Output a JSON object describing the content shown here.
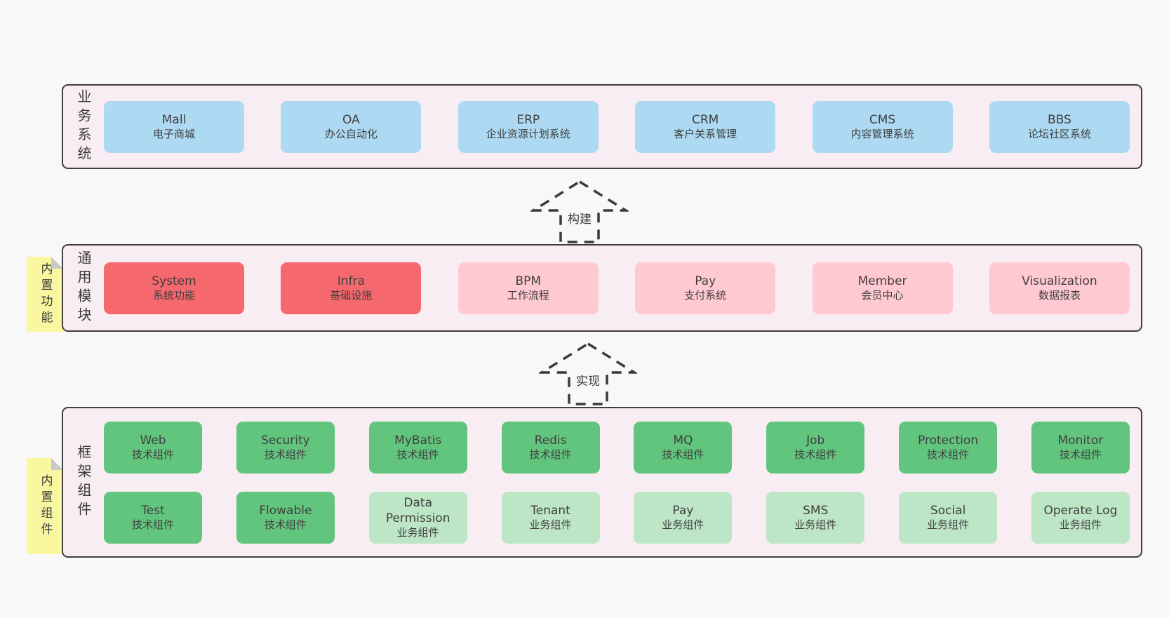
{
  "colors": {
    "page_bg": "#f8f8f8",
    "panel_bg": "#f8edf3",
    "panel_border": "#3e3e3e",
    "blue_box": "#addaf2",
    "red_box": "#f5686d",
    "pink_box": "#ffc9d2",
    "green_box": "#62c57e",
    "light_green_box": "#bde6c6",
    "sticky_yellow": "#faf7a1",
    "fold_gray": "#c9c9c9",
    "text": "#3f3f3f"
  },
  "panels": {
    "business": {
      "label": "业务系统",
      "boxes": [
        {
          "name": "Mall",
          "desc": "电子商城"
        },
        {
          "name": "OA",
          "desc": "办公自动化"
        },
        {
          "name": "ERP",
          "desc": "企业资源计划系统"
        },
        {
          "name": "CRM",
          "desc": "客户关系管理"
        },
        {
          "name": "CMS",
          "desc": "内容管理系统"
        },
        {
          "name": "BBS",
          "desc": "论坛社区系统"
        }
      ]
    },
    "modules": {
      "label": "通用模块",
      "sticky": "内置功能",
      "boxes": [
        {
          "name": "System",
          "desc": "系统功能"
        },
        {
          "name": "Infra",
          "desc": "基础设施"
        },
        {
          "name": "BPM",
          "desc": "工作流程"
        },
        {
          "name": "Pay",
          "desc": "支付系统"
        },
        {
          "name": "Member",
          "desc": "会员中心"
        },
        {
          "name": "Visualization",
          "desc": "数据报表"
        }
      ]
    },
    "framework": {
      "label": "框架组件",
      "sticky": "内置组件",
      "row1": [
        {
          "name": "Web",
          "desc": "技术组件"
        },
        {
          "name": "Security",
          "desc": "技术组件"
        },
        {
          "name": "MyBatis",
          "desc": "技术组件"
        },
        {
          "name": "Redis",
          "desc": "技术组件"
        },
        {
          "name": "MQ",
          "desc": "技术组件"
        },
        {
          "name": "Job",
          "desc": "技术组件"
        },
        {
          "name": "Protection",
          "desc": "技术组件"
        },
        {
          "name": "Monitor",
          "desc": "技术组件"
        }
      ],
      "row2": [
        {
          "name": "Test",
          "desc": "技术组件"
        },
        {
          "name": "Flowable",
          "desc": "技术组件"
        },
        {
          "name": "Data Permission",
          "desc": "业务组件"
        },
        {
          "name": "Tenant",
          "desc": "业务组件"
        },
        {
          "name": "Pay",
          "desc": "业务组件"
        },
        {
          "name": "SMS",
          "desc": "业务组件"
        },
        {
          "name": "Social",
          "desc": "业务组件"
        },
        {
          "name": "Operate Log",
          "desc": "业务组件"
        }
      ]
    }
  },
  "arrows": {
    "build": {
      "label": "构建"
    },
    "implement": {
      "label": "实现"
    }
  }
}
